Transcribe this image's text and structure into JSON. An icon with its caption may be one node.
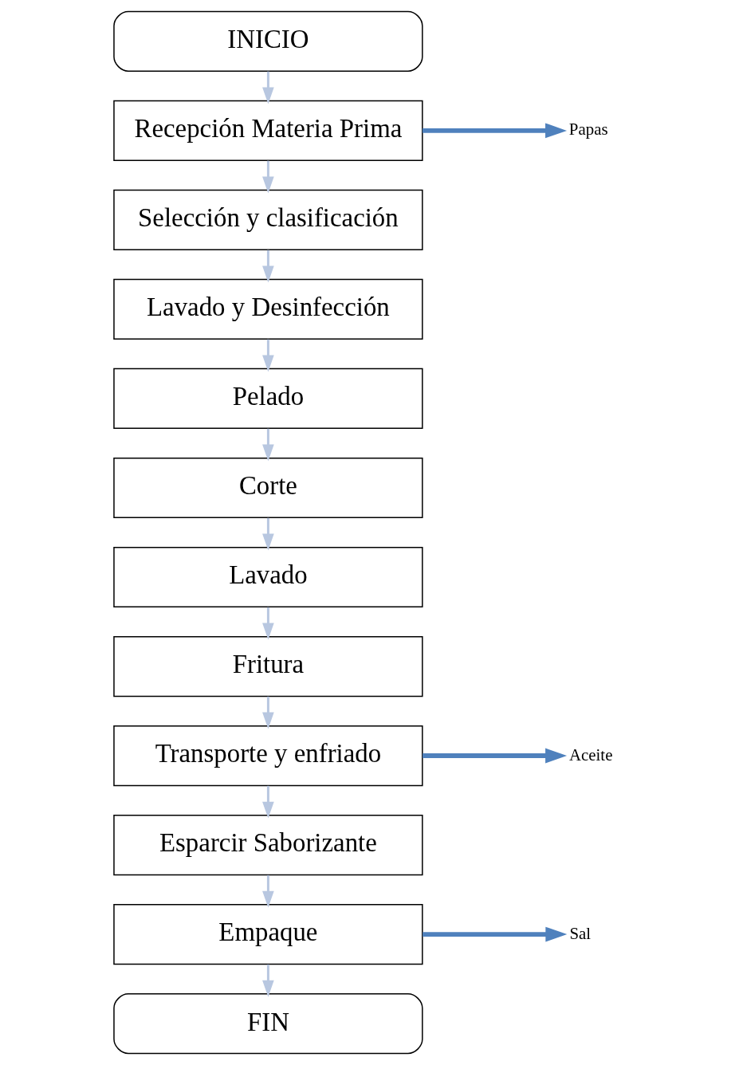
{
  "diagram": {
    "nodes": [
      {
        "text": [
          "INICIO"
        ]
      },
      {
        "text": [
          "Recepción Materia Prima"
        ]
      },
      {
        "text": [
          "Selección y clasificación"
        ]
      },
      {
        "text": [
          "Lavado y Desinfección"
        ]
      },
      {
        "text": [
          "Pelado"
        ]
      },
      {
        "text": [
          "Corte"
        ]
      },
      {
        "text": [
          "Lavado"
        ]
      },
      {
        "text": [
          "Fritura"
        ]
      },
      {
        "text": [
          "Transporte y enfriado"
        ]
      },
      {
        "text": [
          "Esparcir Saborizante"
        ]
      },
      {
        "text": [
          "Empaque"
        ]
      },
      {
        "text": [
          "FIN"
        ]
      },
      {
        "text": [
          "Papas"
        ]
      },
      {
        "text": [
          "Aceite"
        ]
      },
      {
        "text": [
          "Sal"
        ]
      }
    ],
    "edges": [
      {
        "from": 0,
        "to": 1,
        "arrow": "to"
      },
      {
        "from": 1,
        "to": 2,
        "arrow": "to"
      },
      {
        "from": 2,
        "to": 3,
        "arrow": "to"
      },
      {
        "from": 3,
        "to": 4,
        "arrow": "to"
      },
      {
        "from": 4,
        "to": 5,
        "arrow": "to"
      },
      {
        "from": 5,
        "to": 6,
        "arrow": "to"
      },
      {
        "from": 6,
        "to": 7,
        "arrow": "to"
      },
      {
        "from": 7,
        "to": 8,
        "arrow": "to"
      },
      {
        "from": 8,
        "to": 9,
        "arrow": "to"
      },
      {
        "from": 9,
        "to": 10,
        "arrow": "to"
      },
      {
        "from": 10,
        "to": 11,
        "arrow": "to"
      },
      {
        "from": 1,
        "to": 12,
        "arrow": "to",
        "style": "thick",
        "color": "#4f81bd"
      },
      {
        "from": 8,
        "to": 13,
        "arrow": "to",
        "style": "thick",
        "color": "#4f81bd"
      },
      {
        "from": 10,
        "to": 14,
        "arrow": "to",
        "style": "thick",
        "color": "#4f81bd"
      }
    ]
  }
}
